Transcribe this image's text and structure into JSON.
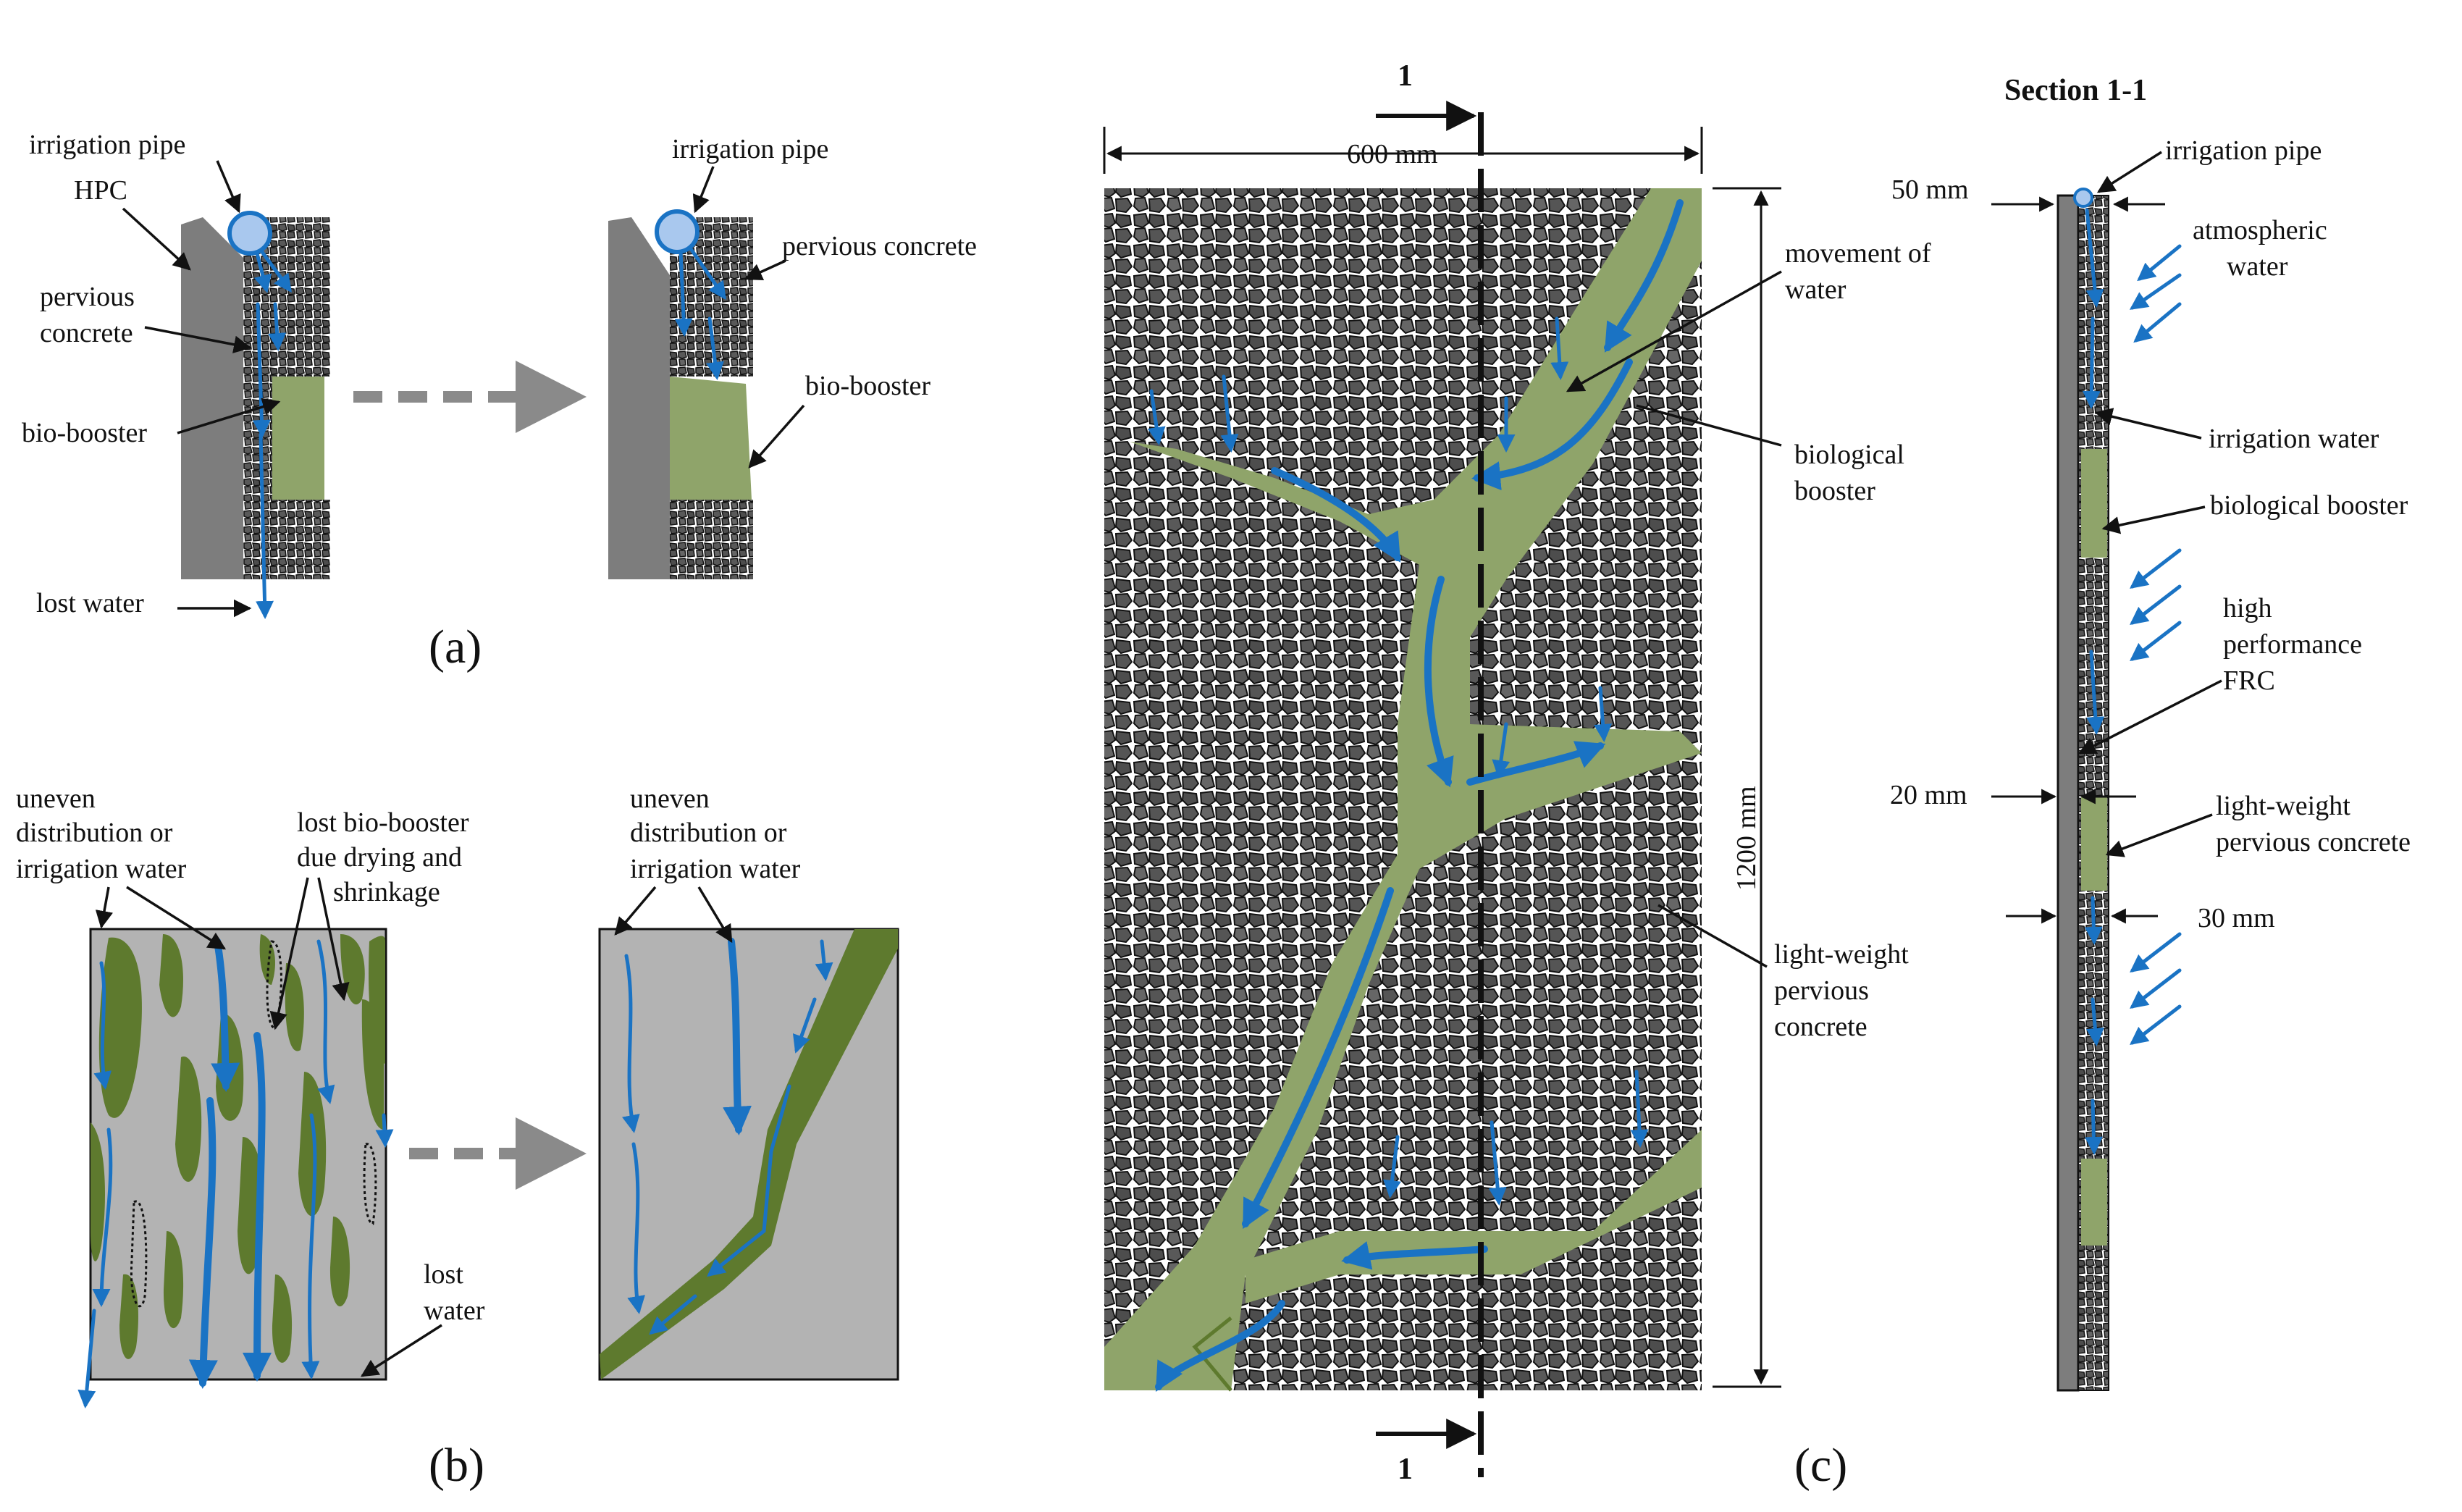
{
  "panel_a": {
    "left": {
      "irrigation_pipe": "irrigation  pipe",
      "hpc": "HPC",
      "pervious_line1": "pervious",
      "pervious_line2": "concrete",
      "bio_booster": "bio-booster",
      "lost_water": "lost water"
    },
    "right": {
      "irrigation_pipe": "irrigation  pipe",
      "pervious_concrete": "pervious concrete",
      "bio_booster": "bio-booster"
    },
    "label": "(a)"
  },
  "panel_b": {
    "left": {
      "uneven_line1": "uneven",
      "uneven_line2": "distribution or",
      "uneven_line3": "irrigation water",
      "lost_line1": "lost bio-booster",
      "lost_line2": "due drying and",
      "lost_line3": "shrinkage",
      "lost_water_line1": "lost",
      "lost_water_line2": "water"
    },
    "right": {
      "uneven_line1": "uneven",
      "uneven_line2": "distribution or",
      "uneven_line3": "irrigation water"
    },
    "label": "(b)"
  },
  "panel_c": {
    "section_mark": "1",
    "width_dim": "600 mm",
    "height_dim": "1200 mm",
    "movement_line1": "movement of",
    "movement_line2": "water",
    "bio_line1": "biological",
    "bio_line2": "booster",
    "lw_line1": "light-weight",
    "lw_line2": "pervious",
    "lw_line3": "concrete",
    "label": "(c)"
  },
  "section": {
    "title": "Section 1-1",
    "dim_50": "50 mm",
    "dim_20": "20 mm",
    "dim_30": "30 mm",
    "irrigation_pipe": "irrigation pipe",
    "atm_line1": "atmospheric",
    "atm_line2": "water",
    "irrigation_water": "irrigation water",
    "biological_booster": "biological booster",
    "hp_line1": "high",
    "hp_line2": "performance",
    "hp_line3": "FRC",
    "lwp_line1": "light-weight",
    "lwp_line2": "pervious concrete"
  },
  "colors": {
    "water": "#1a73c4",
    "bio_booster_light": "#8fa46a",
    "bio_booster_dark": "#5e7a2e",
    "hpc_grey": "#7d7d7d",
    "aggregate": "#5a5a5a",
    "slab_grey": "#b3b3b3"
  }
}
